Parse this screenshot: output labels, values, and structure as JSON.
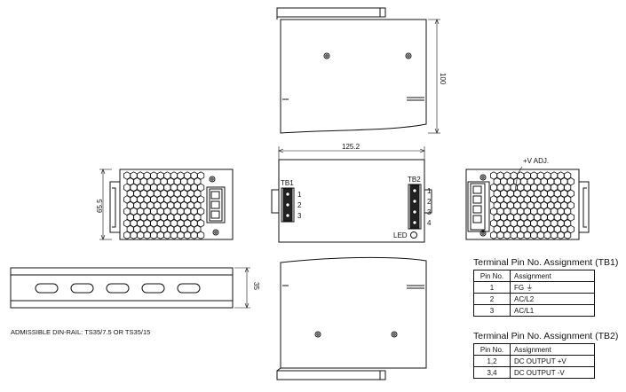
{
  "dimensions": {
    "height": "100",
    "width": "125.2",
    "depth": "65.5",
    "rail": "35"
  },
  "front": {
    "tb1_label": "TB1",
    "tb1_pins": [
      "1",
      "2",
      "3"
    ],
    "tb2_label": "TB2",
    "tb2_pins": [
      "1",
      "2",
      "3",
      "4"
    ],
    "led_label": "LED"
  },
  "side_right": {
    "vadj_label": "+V ADJ."
  },
  "din_rail_note": "ADMISSIBLE DIN-RAIL: TS35/7.5 OR TS35/15",
  "tb1_table": {
    "title": "Terminal Pin No.  Assignment (TB1)",
    "headers": [
      "Pin No.",
      "Assignment"
    ],
    "rows": [
      [
        "1",
        "FG ⏚"
      ],
      [
        "2",
        "AC/L2"
      ],
      [
        "3",
        "AC/L1"
      ]
    ]
  },
  "tb2_table": {
    "title": "Terminal Pin No.  Assignment (TB2)",
    "headers": [
      "Pin No.",
      "Assignment"
    ],
    "rows": [
      [
        "1,2",
        "DC OUTPUT +V"
      ],
      [
        "3,4",
        "DC OUTPUT -V"
      ]
    ]
  }
}
